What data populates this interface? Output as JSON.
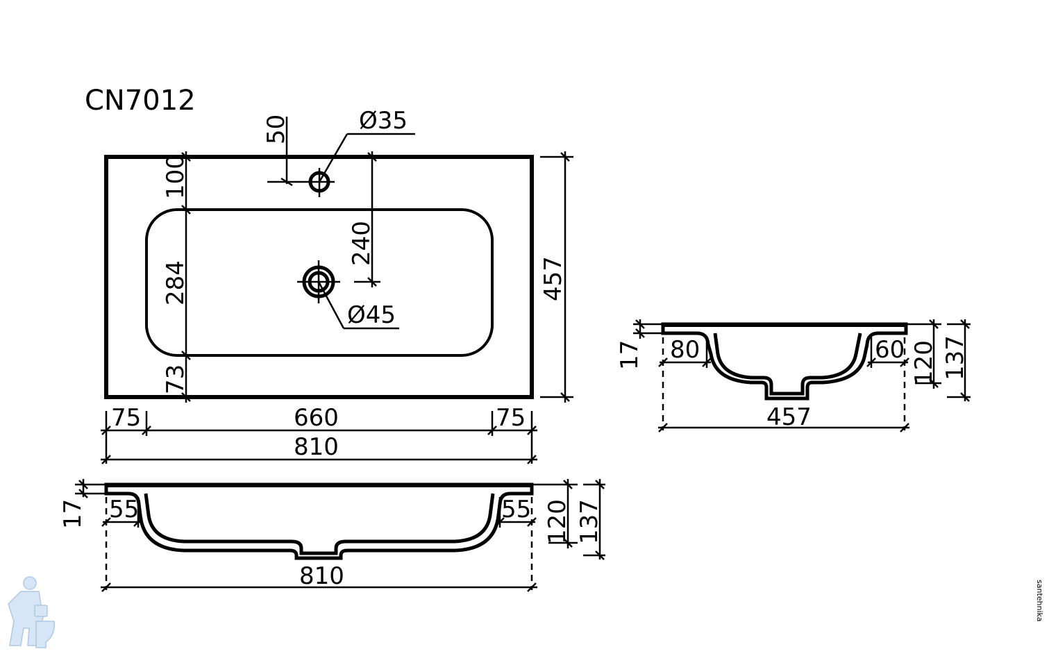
{
  "title": "CN7012",
  "top_view": {
    "tap_hole_diameter": "Ø35",
    "drain_hole_diameter": "Ø45",
    "tap_offset": "50",
    "tap_from_edge": "100",
    "tap_to_drain": "240",
    "bowl_depth": "284",
    "front_margin": "73",
    "overall_depth": "457",
    "left_margin": "75",
    "bowl_width": "660",
    "right_margin": "75",
    "overall_width": "810"
  },
  "front_section": {
    "rim_thickness": "17",
    "left_ledge": "55",
    "right_ledge": "55",
    "bowl_height": "120",
    "total_height": "137",
    "overall_width": "810"
  },
  "side_section": {
    "rim_thickness": "17",
    "back_ledge": "80",
    "front_ledge": "60",
    "bowl_height": "120",
    "total_height": "137",
    "overall_depth": "457"
  },
  "watermark_text": "santehnika"
}
